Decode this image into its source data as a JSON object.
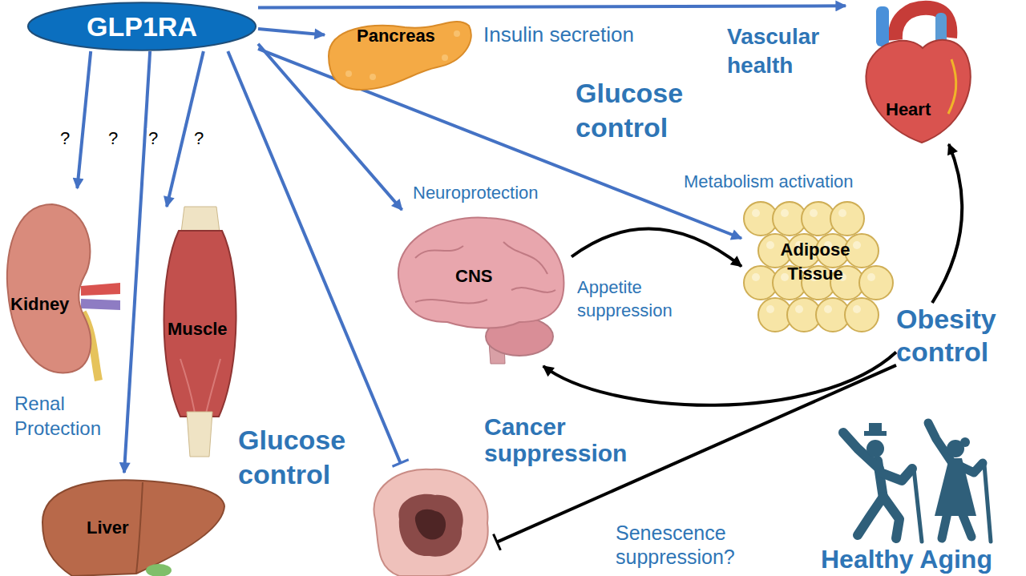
{
  "diagram": {
    "nodes": [
      {
        "text": [
          "GLP1RA"
        ]
      },
      {
        "text": [
          "Pancreas"
        ]
      },
      {
        "text": [
          "Heart"
        ]
      },
      {
        "text": [
          "Kidney"
        ]
      },
      {
        "text": [
          "Muscle"
        ]
      },
      {
        "text": [
          "CNS"
        ]
      },
      {
        "text": [
          "Adipose Tissue"
        ]
      },
      {
        "text": [
          "Obesity control"
        ]
      },
      {
        "text": [
          "Liver"
        ]
      },
      {
        "text": [
          "Cancer suppression"
        ]
      }
    ],
    "edges": [
      {
        "from": 0,
        "to": 1,
        "arrow": "to"
      },
      {
        "from": 0,
        "to": 2,
        "arrow": "to"
      },
      {
        "from": 0,
        "to": 3,
        "label": "?",
        "arrow": "to"
      },
      {
        "from": 0,
        "to": 8,
        "label": "?",
        "arrow": "to"
      },
      {
        "from": 0,
        "to": 4,
        "label": "?",
        "arrow": "to"
      },
      {
        "from": 0,
        "to": 9,
        "label": "?",
        "arrow": "to"
      },
      {
        "from": 0,
        "to": 5,
        "arrow": "to"
      },
      {
        "from": 0,
        "to": 6,
        "arrow": "to"
      },
      {
        "from": 5,
        "to": 6,
        "arrow": "to"
      },
      {
        "from": 7,
        "to": 2,
        "arrow": "to"
      },
      {
        "from": 7,
        "to": 5,
        "arrow": "to"
      },
      {
        "from": 7,
        "to": 9,
        "arrow": "to"
      }
    ],
    "labels": [
      "Insulin secretion",
      "Vascular health",
      "Glucose control",
      "Neuroprotection",
      "Metabolism activation",
      "Appetite suppression",
      "Renal Protection",
      "Glucose control",
      "Senescence suppression?",
      "Healthy Aging"
    ]
  }
}
